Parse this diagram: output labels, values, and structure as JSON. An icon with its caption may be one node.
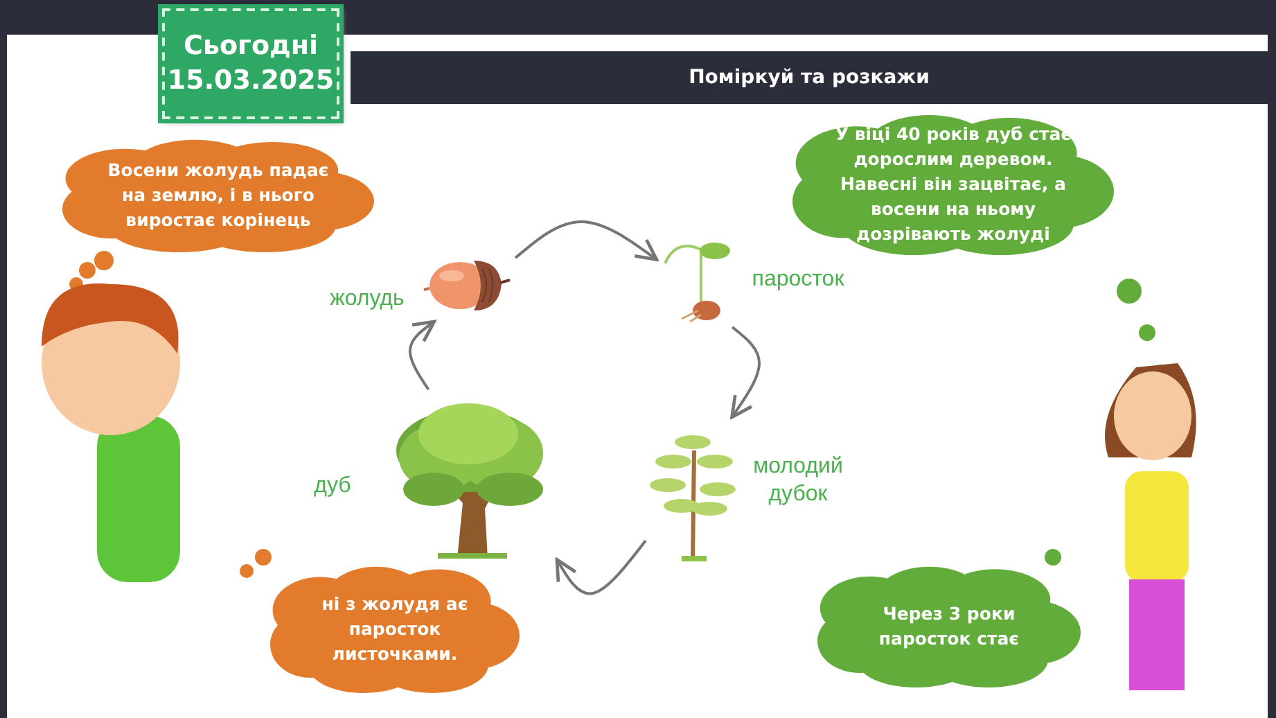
{
  "diagram": {
    "title": "Поміркуй та розкажи",
    "nodes": [
      {
        "text": [
          "Сьогодні",
          "15.03.2025"
        ]
      },
      {
        "text": [
          "Восени жолудь падає на землю, і в нього виростає корінець"
        ]
      },
      {
        "text": [
          "У віці 40 років дуб стає дорослим деревом. Навесні він зацвітає, а восени на ньому дозрівають жолуді"
        ]
      },
      {
        "text": [],
        "shape": "picture",
        "beside": [
          "жолудь"
        ]
      },
      {
        "text": [],
        "shape": "picture",
        "beside": [
          "паросток"
        ]
      },
      {
        "text": [],
        "shape": "picture",
        "beside": [
          "молодий дубок"
        ]
      },
      {
        "text": [],
        "shape": "picture",
        "beside": [
          "дуб"
        ]
      },
      {
        "text": [
          "ні з жолудя ає паросток листочками."
        ]
      },
      {
        "text": [
          "Через 3 роки паросток стає"
        ]
      }
    ],
    "edges": [
      {
        "from": 3,
        "to": 4,
        "arrow": "to"
      },
      {
        "from": 4,
        "to": 5,
        "arrow": "to"
      },
      {
        "from": 5,
        "to": 6,
        "arrow": "to"
      },
      {
        "from": 6,
        "to": 3,
        "arrow": "to"
      }
    ]
  }
}
